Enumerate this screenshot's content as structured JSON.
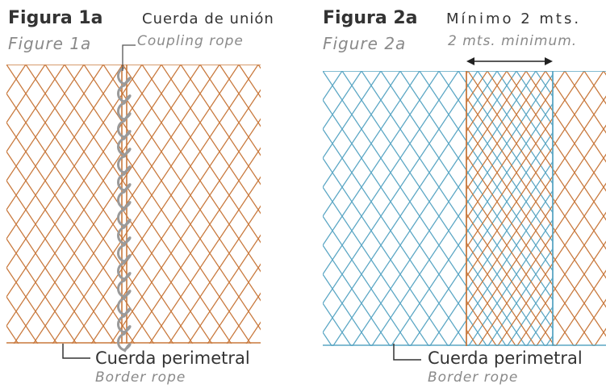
{
  "figure1": {
    "title": "Figura 1a",
    "subtitle": "Figure 1a",
    "top_label_es": "Cuerda de unión",
    "top_label_en": "Coupling rope",
    "bottom_label_es": "Cuerda perimetral",
    "bottom_label_en": "Border rope"
  },
  "figure2": {
    "title": "Figura 2a",
    "subtitle": "Figure 2a",
    "top_label_es": "Mínimo 2 mts.",
    "top_label_en": "2 mts. minimum.",
    "bottom_label_es": "Cuerda perimetral",
    "bottom_label_en": "Border rope"
  },
  "colors": {
    "net_orange": "#c8783c",
    "net_blue": "#5aa6c4",
    "rope_grey": "#9a9a9a",
    "text_dark": "#333333",
    "text_grey": "#8a8a8a"
  }
}
